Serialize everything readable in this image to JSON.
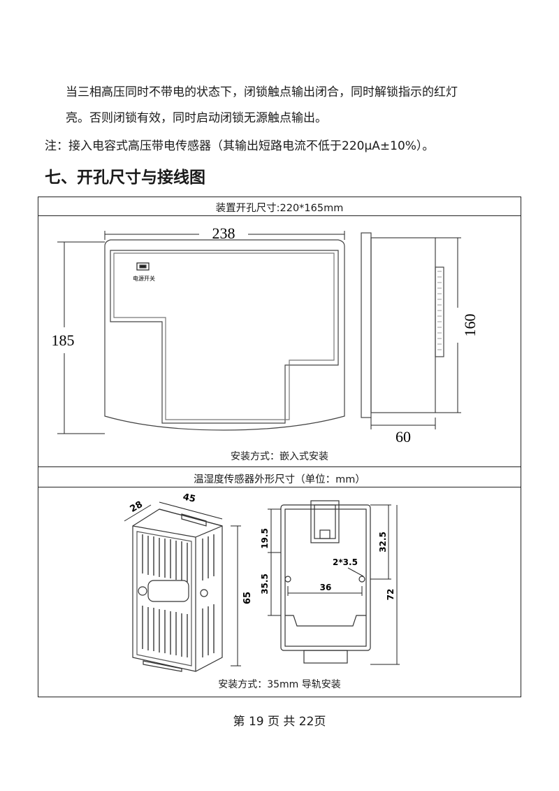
{
  "body_text": {
    "line1": "当三相高压同时不带电的状态下，闭锁触点输出闭合，同时解锁指示的红灯",
    "line2": "亮。否则闭锁有效，同时启动闭锁无源触点输出。",
    "note": "注：接入电容式高压带电传感器（其输出短路电流不低于220μA±10%）。"
  },
  "section_title": "七、开孔尺寸与接线图",
  "panel1": {
    "header": "装置开孔尺寸:220*165mm",
    "width_dim": "238",
    "height_dim": "185",
    "side_height_dim": "160",
    "depth_dim": "60",
    "switch_label": "电源开关",
    "caption": "安装方式：嵌入式安装"
  },
  "panel2": {
    "header": "温湿度传感器外形尺寸（单位：mm）",
    "dim_28": "28",
    "dim_45": "45",
    "dim_65": "65",
    "dim_19_5": "19.5",
    "dim_35_5": "35.5",
    "dim_36": "36",
    "dim_hole": "2*3.5",
    "dim_32_5": "32.5",
    "dim_72": "72",
    "caption": "安装方式：35mm 导轨安装"
  },
  "footer": "第 19 页 共 22页"
}
